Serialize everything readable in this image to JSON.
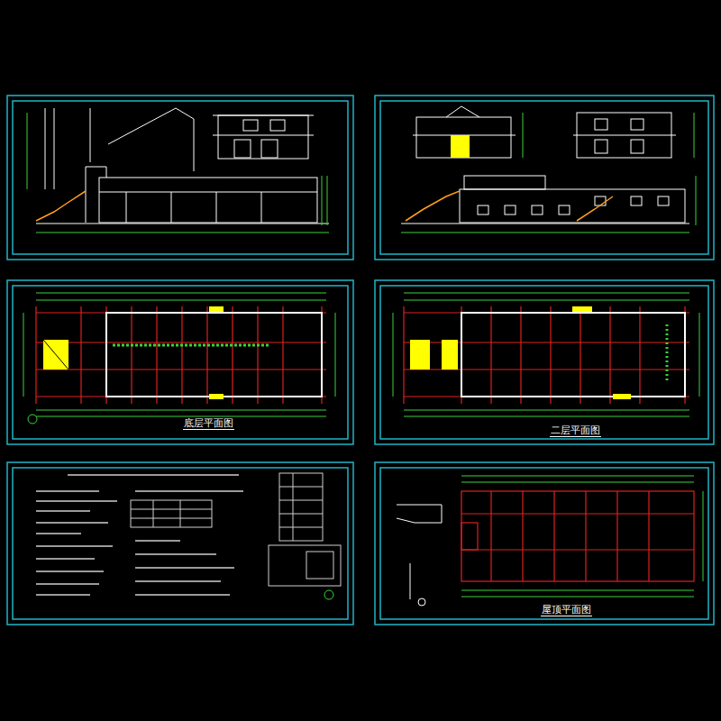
{
  "diagram": {
    "labels": [
      "底层平面图",
      "二层平面图",
      "屋顶平面图"
    ]
  }
}
